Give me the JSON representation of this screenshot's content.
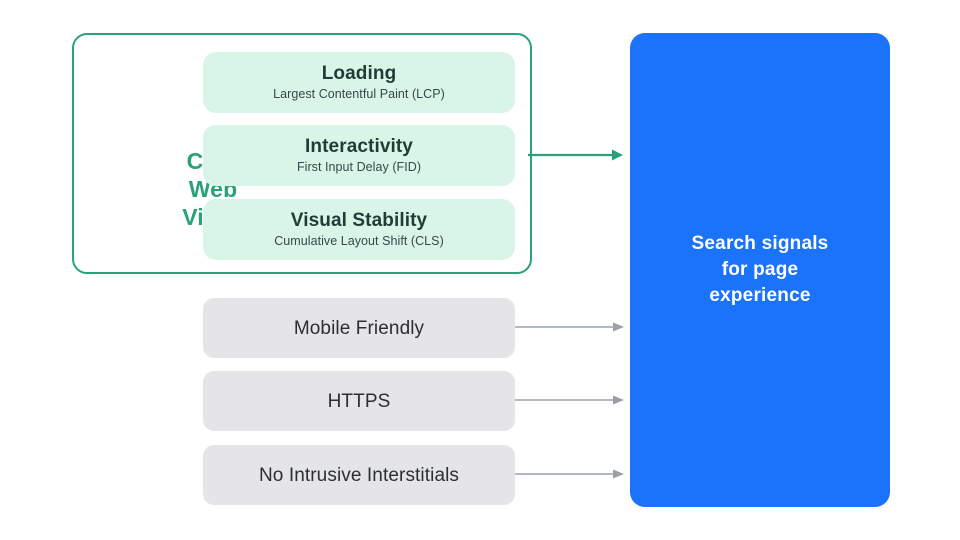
{
  "diagram": {
    "colors": {
      "accent_green": "#2aa176",
      "card_green": "#d9f5e7",
      "signal_gray": "#e5e5e7",
      "outcome_blue": "#1a73f8",
      "arrow_gray": "#9aa0a6",
      "title_dark": "#1f3d37",
      "white": "#ffffff"
    },
    "core_web_vitals": {
      "label": "Core\nWeb\nVitals",
      "label_lines": [
        "Core",
        "Web",
        "Vitals"
      ],
      "metrics": [
        {
          "title": "Loading",
          "subtitle": "Largest Contentful Paint (LCP)",
          "abbr": "LCP"
        },
        {
          "title": "Interactivity",
          "subtitle": "First Input Delay (FID)",
          "abbr": "FID"
        },
        {
          "title": "Visual Stability",
          "subtitle": "Cumulative Layout Shift (CLS)",
          "abbr": "CLS"
        }
      ]
    },
    "other_signals": [
      {
        "title": "Mobile Friendly"
      },
      {
        "title": "HTTPS"
      },
      {
        "title": "No Intrusive Interstitials"
      }
    ],
    "outcome": {
      "text": "Search signals\nfor page\nexperience",
      "lines": [
        "Search signals",
        "for page",
        "experience"
      ]
    },
    "connectors": [
      {
        "name": "core-web-vitals-arrow",
        "color": "#2aa176",
        "direction": "right"
      },
      {
        "name": "mobile-friendly-arrow",
        "color": "#9aa0a6",
        "direction": "right"
      },
      {
        "name": "https-arrow",
        "color": "#9aa0a6",
        "direction": "right"
      },
      {
        "name": "no-intrusive-interstitials-arrow",
        "color": "#9aa0a6",
        "direction": "right"
      }
    ]
  }
}
